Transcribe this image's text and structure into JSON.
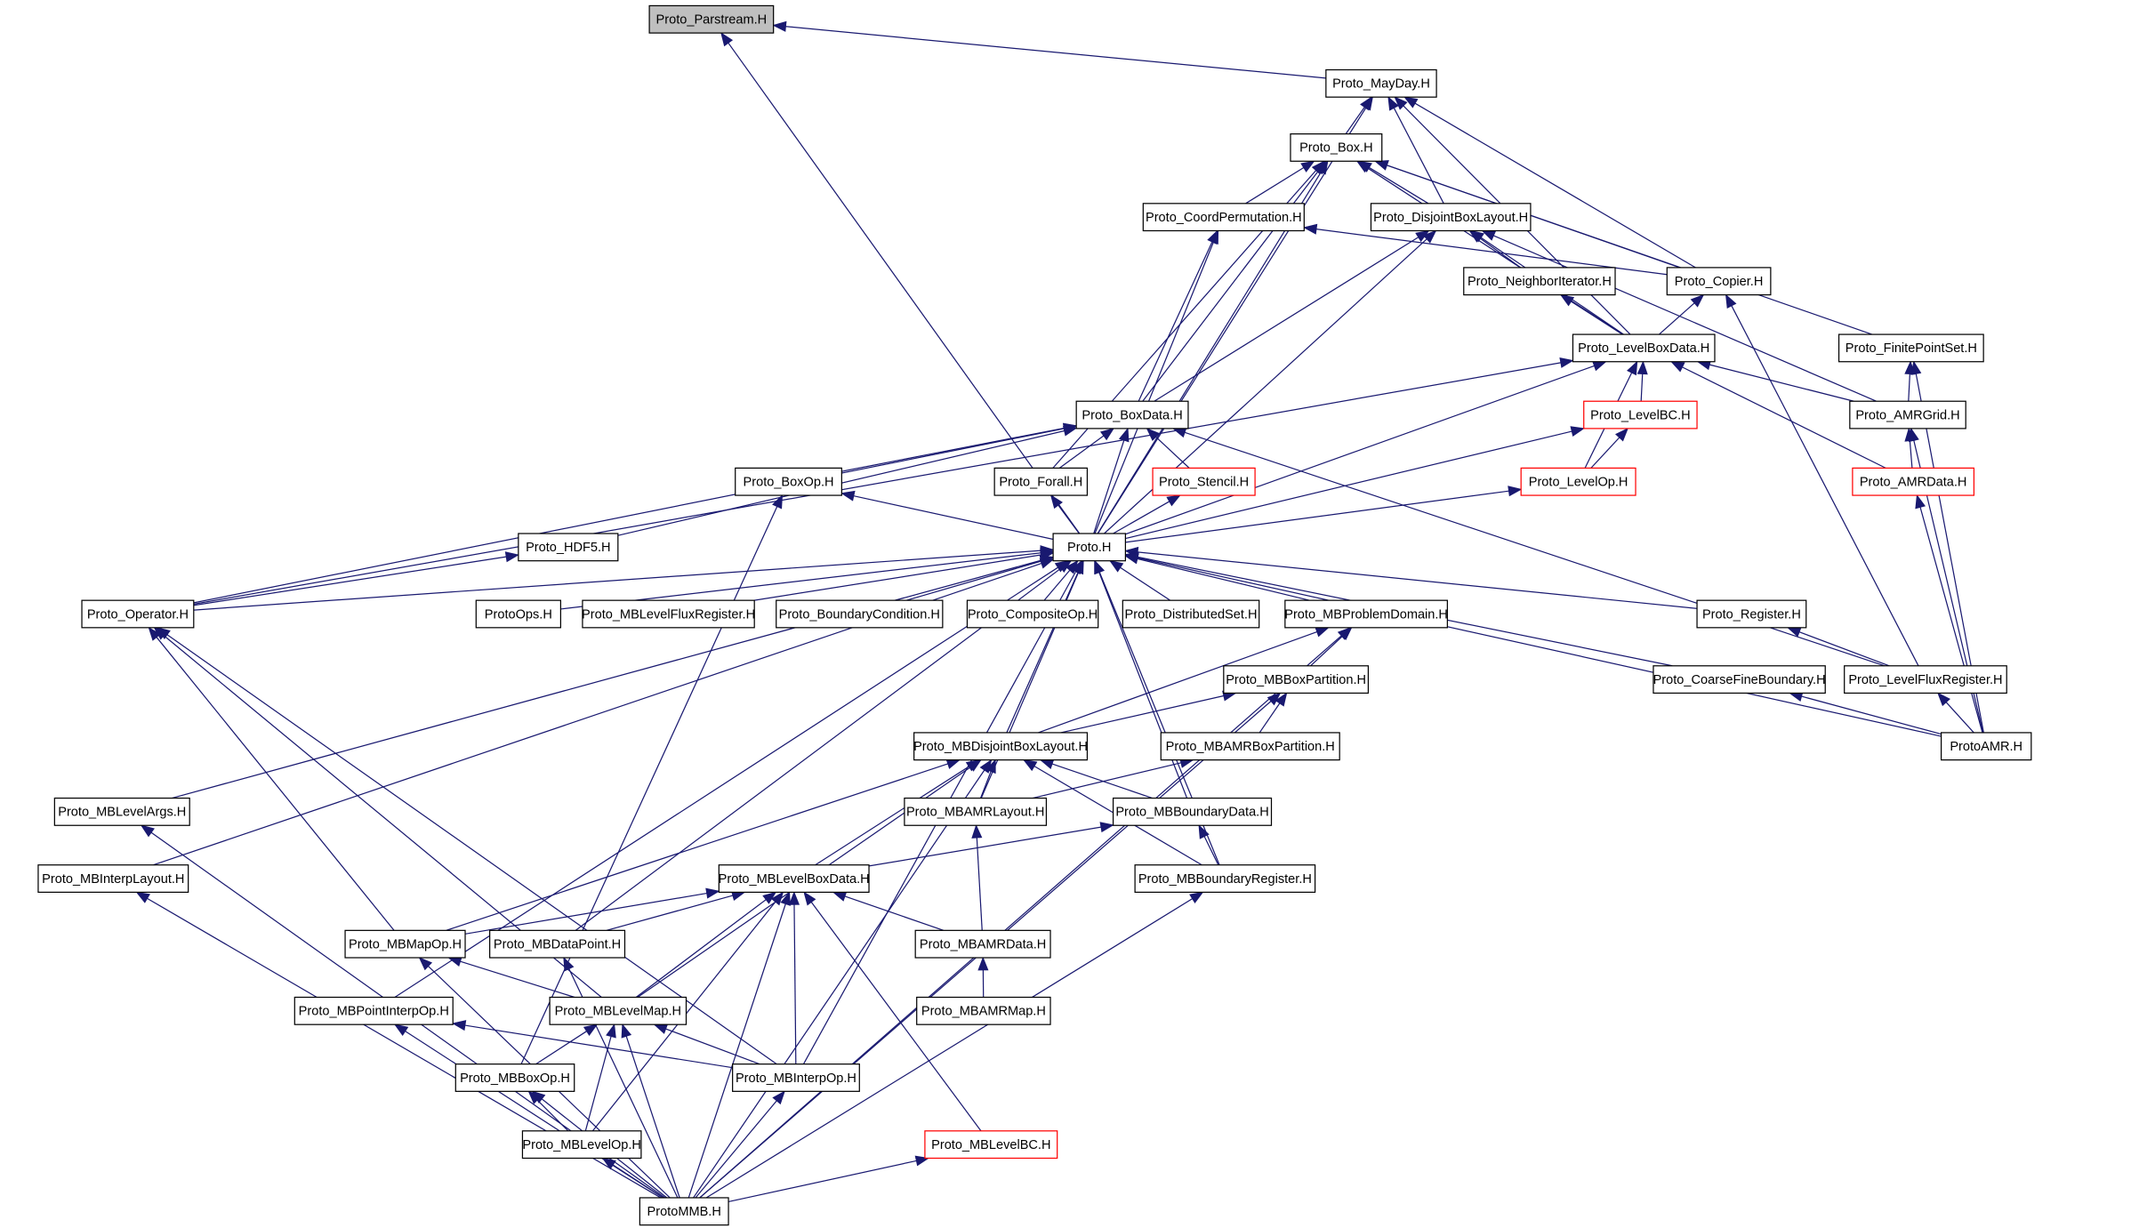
{
  "edge_color": "#191970",
  "nodes": [
    {
      "id": "parstream",
      "label": "Proto_Parstream.H",
      "style": "root"
    },
    {
      "id": "mayday",
      "label": "Proto_MayDay.H",
      "style": "normal"
    },
    {
      "id": "box",
      "label": "Proto_Box.H",
      "style": "normal"
    },
    {
      "id": "coordperm",
      "label": "Proto_CoordPermutation.H",
      "style": "normal"
    },
    {
      "id": "dbl",
      "label": "Proto_DisjointBoxLayout.H",
      "style": "normal"
    },
    {
      "id": "neighbor",
      "label": "Proto_NeighborIterator.H",
      "style": "normal"
    },
    {
      "id": "copier",
      "label": "Proto_Copier.H",
      "style": "normal"
    },
    {
      "id": "levelboxdata",
      "label": "Proto_LevelBoxData.H",
      "style": "normal"
    },
    {
      "id": "finitepointset",
      "label": "Proto_FinitePointSet.H",
      "style": "normal"
    },
    {
      "id": "boxdata",
      "label": "Proto_BoxData.H",
      "style": "normal"
    },
    {
      "id": "levelbc",
      "label": "Proto_LevelBC.H",
      "style": "red"
    },
    {
      "id": "amrgrid",
      "label": "Proto_AMRGrid.H",
      "style": "normal"
    },
    {
      "id": "boxop",
      "label": "Proto_BoxOp.H",
      "style": "normal"
    },
    {
      "id": "forall",
      "label": "Proto_Forall.H",
      "style": "normal"
    },
    {
      "id": "stencil",
      "label": "Proto_Stencil.H",
      "style": "red"
    },
    {
      "id": "levelop",
      "label": "Proto_LevelOp.H",
      "style": "red"
    },
    {
      "id": "amrdata",
      "label": "Proto_AMRData.H",
      "style": "red"
    },
    {
      "id": "hdf5",
      "label": "Proto_HDF5.H",
      "style": "normal"
    },
    {
      "id": "proto",
      "label": "Proto.H",
      "style": "normal"
    },
    {
      "id": "operator",
      "label": "Proto_Operator.H",
      "style": "normal"
    },
    {
      "id": "protoops",
      "label": "ProtoOps.H",
      "style": "normal"
    },
    {
      "id": "mblfr",
      "label": "Proto_MBLevelFluxRegister.H",
      "style": "normal"
    },
    {
      "id": "bc",
      "label": "Proto_BoundaryCondition.H",
      "style": "normal"
    },
    {
      "id": "compositeop",
      "label": "Proto_CompositeOp.H",
      "style": "normal"
    },
    {
      "id": "distset",
      "label": "Proto_DistributedSet.H",
      "style": "normal"
    },
    {
      "id": "mbprobdomain",
      "label": "Proto_MBProblemDomain.H",
      "style": "normal"
    },
    {
      "id": "register",
      "label": "Proto_Register.H",
      "style": "normal"
    },
    {
      "id": "mbboxpart",
      "label": "Proto_MBBoxPartition.H",
      "style": "normal"
    },
    {
      "id": "cfb",
      "label": "Proto_CoarseFineBoundary.H",
      "style": "normal"
    },
    {
      "id": "lfr",
      "label": "Proto_LevelFluxRegister.H",
      "style": "normal"
    },
    {
      "id": "mbdbl",
      "label": "Proto_MBDisjointBoxLayout.H",
      "style": "normal"
    },
    {
      "id": "mbamrboxpart",
      "label": "Proto_MBAMRBoxPartition.H",
      "style": "normal"
    },
    {
      "id": "protoamr",
      "label": "ProtoAMR.H",
      "style": "normal"
    },
    {
      "id": "mblevelargs",
      "label": "Proto_MBLevelArgs.H",
      "style": "normal"
    },
    {
      "id": "mbamrlayout",
      "label": "Proto_MBAMRLayout.H",
      "style": "normal"
    },
    {
      "id": "mbbounddata",
      "label": "Proto_MBBoundaryData.H",
      "style": "normal"
    },
    {
      "id": "mbinterplayout",
      "label": "Proto_MBInterpLayout.H",
      "style": "normal"
    },
    {
      "id": "mblevelboxdata",
      "label": "Proto_MBLevelBoxData.H",
      "style": "normal"
    },
    {
      "id": "mbboundreg",
      "label": "Proto_MBBoundaryRegister.H",
      "style": "normal"
    },
    {
      "id": "mbmapop",
      "label": "Proto_MBMapOp.H",
      "style": "normal"
    },
    {
      "id": "mbdatapoint",
      "label": "Proto_MBDataPoint.H",
      "style": "normal"
    },
    {
      "id": "mbamrdata",
      "label": "Proto_MBAMRData.H",
      "style": "normal"
    },
    {
      "id": "mbpointinterp",
      "label": "Proto_MBPointInterpOp.H",
      "style": "normal"
    },
    {
      "id": "mblevelmap",
      "label": "Proto_MBLevelMap.H",
      "style": "normal"
    },
    {
      "id": "mbamrmap",
      "label": "Proto_MBAMRMap.H",
      "style": "normal"
    },
    {
      "id": "mbboxop",
      "label": "Proto_MBBoxOp.H",
      "style": "normal"
    },
    {
      "id": "mbinterpop",
      "label": "Proto_MBInterpOp.H",
      "style": "normal"
    },
    {
      "id": "mblevelop",
      "label": "Proto_MBLevelOp.H",
      "style": "normal"
    },
    {
      "id": "mblevelbc",
      "label": "Proto_MBLevelBC.H",
      "style": "red"
    },
    {
      "id": "protommb",
      "label": "ProtoMMB.H",
      "style": "normal"
    }
  ],
  "edges": [
    [
      "mayday",
      "parstream"
    ],
    [
      "proto",
      "parstream"
    ],
    [
      "box",
      "mayday"
    ],
    [
      "dbl",
      "mayday"
    ],
    [
      "copier",
      "mayday"
    ],
    [
      "levelboxdata",
      "mayday"
    ],
    [
      "proto",
      "mayday"
    ],
    [
      "coordperm",
      "box"
    ],
    [
      "dbl",
      "box"
    ],
    [
      "copier",
      "box"
    ],
    [
      "levelboxdata",
      "box"
    ],
    [
      "finitepointset",
      "box"
    ],
    [
      "boxdata",
      "box"
    ],
    [
      "forall",
      "box"
    ],
    [
      "proto",
      "box"
    ],
    [
      "copier",
      "coordperm"
    ],
    [
      "boxdata",
      "coordperm"
    ],
    [
      "proto",
      "coordperm"
    ],
    [
      "neighbor",
      "dbl"
    ],
    [
      "levelboxdata",
      "dbl"
    ],
    [
      "amrgrid",
      "dbl"
    ],
    [
      "boxdata",
      "dbl"
    ],
    [
      "proto",
      "dbl"
    ],
    [
      "levelboxdata",
      "neighbor"
    ],
    [
      "levelboxdata",
      "copier"
    ],
    [
      "lfr",
      "copier"
    ],
    [
      "levelbc",
      "levelboxdata"
    ],
    [
      "levelop",
      "levelboxdata"
    ],
    [
      "amrgrid",
      "levelboxdata"
    ],
    [
      "amrdata",
      "levelboxdata"
    ],
    [
      "proto",
      "levelboxdata"
    ],
    [
      "operator",
      "levelboxdata"
    ],
    [
      "amrgrid",
      "finitepointset"
    ],
    [
      "protoamr",
      "finitepointset"
    ],
    [
      "boxop",
      "boxdata"
    ],
    [
      "forall",
      "boxdata"
    ],
    [
      "stencil",
      "boxdata"
    ],
    [
      "proto",
      "boxdata"
    ],
    [
      "hdf5",
      "boxdata"
    ],
    [
      "operator",
      "boxdata"
    ],
    [
      "lfr",
      "boxdata"
    ],
    [
      "levelop",
      "levelbc"
    ],
    [
      "proto",
      "levelbc"
    ],
    [
      "amrdata",
      "amrgrid"
    ],
    [
      "protoamr",
      "amrgrid"
    ],
    [
      "protoamr",
      "amrdata"
    ],
    [
      "proto",
      "boxop"
    ],
    [
      "mbboxop",
      "boxop"
    ],
    [
      "proto",
      "forall"
    ],
    [
      "proto",
      "stencil"
    ],
    [
      "proto",
      "levelop"
    ],
    [
      "operator",
      "hdf5"
    ],
    [
      "operator",
      "proto"
    ],
    [
      "protoops",
      "proto"
    ],
    [
      "mblfr",
      "proto"
    ],
    [
      "bc",
      "proto"
    ],
    [
      "compositeop",
      "proto"
    ],
    [
      "distset",
      "proto"
    ],
    [
      "mbprobdomain",
      "proto"
    ],
    [
      "register",
      "proto"
    ],
    [
      "cfb",
      "proto"
    ],
    [
      "protoamr",
      "proto"
    ],
    [
      "mbdbl",
      "proto"
    ],
    [
      "mbamrlayout",
      "proto"
    ],
    [
      "mbbounddata",
      "proto"
    ],
    [
      "mbboundreg",
      "proto"
    ],
    [
      "mblevelargs",
      "proto"
    ],
    [
      "mbinterplayout",
      "proto"
    ],
    [
      "mbdatapoint",
      "proto"
    ],
    [
      "mbpointinterp",
      "proto"
    ],
    [
      "mbinterpop",
      "proto"
    ],
    [
      "mbmapop",
      "operator"
    ],
    [
      "mblevelmap",
      "operator"
    ],
    [
      "mbinterpop",
      "operator"
    ],
    [
      "mbboxpart",
      "mbprobdomain"
    ],
    [
      "mbdbl",
      "mbprobdomain"
    ],
    [
      "protommb",
      "mbprobdomain"
    ],
    [
      "lfr",
      "register"
    ],
    [
      "mbdbl",
      "mbboxpart"
    ],
    [
      "mbamrboxpart",
      "mbboxpart"
    ],
    [
      "protommb",
      "mbboxpart"
    ],
    [
      "protoamr",
      "cfb"
    ],
    [
      "protoamr",
      "lfr"
    ],
    [
      "mbamrlayout",
      "mbdbl"
    ],
    [
      "mbbounddata",
      "mbdbl"
    ],
    [
      "mbboundreg",
      "mbdbl"
    ],
    [
      "mblevelboxdata",
      "mbdbl"
    ],
    [
      "mbmapop",
      "mbdbl"
    ],
    [
      "mblevelmap",
      "mbdbl"
    ],
    [
      "protommb",
      "mbdbl"
    ],
    [
      "mbamrlayout",
      "mbamrboxpart"
    ],
    [
      "protommb",
      "mblevelargs"
    ],
    [
      "mbamrdata",
      "mbamrlayout"
    ],
    [
      "mbboundreg",
      "mbbounddata"
    ],
    [
      "mblevelboxdata",
      "mbbounddata"
    ],
    [
      "protommb",
      "mbinterplayout"
    ],
    [
      "mbmapop",
      "mblevelboxdata"
    ],
    [
      "mbdatapoint",
      "mblevelboxdata"
    ],
    [
      "mblevelmap",
      "mblevelboxdata"
    ],
    [
      "mbamrdata",
      "mblevelboxdata"
    ],
    [
      "mbinterpop",
      "mblevelboxdata"
    ],
    [
      "mblevelop",
      "mblevelboxdata"
    ],
    [
      "mblevelbc",
      "mblevelboxdata"
    ],
    [
      "protommb",
      "mblevelboxdata"
    ],
    [
      "protommb",
      "mbboundreg"
    ],
    [
      "mblevelmap",
      "mbmapop"
    ],
    [
      "protommb",
      "mbmapop"
    ],
    [
      "protommb",
      "mbdatapoint"
    ],
    [
      "mbamrmap",
      "mbamrdata"
    ],
    [
      "mbinterpop",
      "mbpointinterp"
    ],
    [
      "protommb",
      "mbpointinterp"
    ],
    [
      "mbboxop",
      "mblevelmap"
    ],
    [
      "mblevelop",
      "mblevelmap"
    ],
    [
      "mbinterpop",
      "mblevelmap"
    ],
    [
      "protommb",
      "mblevelmap"
    ],
    [
      "mblevelop",
      "mbboxop"
    ],
    [
      "protommb",
      "mbboxop"
    ],
    [
      "protommb",
      "mbinterpop"
    ],
    [
      "protommb",
      "mblevelop"
    ],
    [
      "protommb",
      "mblevelbc"
    ]
  ]
}
